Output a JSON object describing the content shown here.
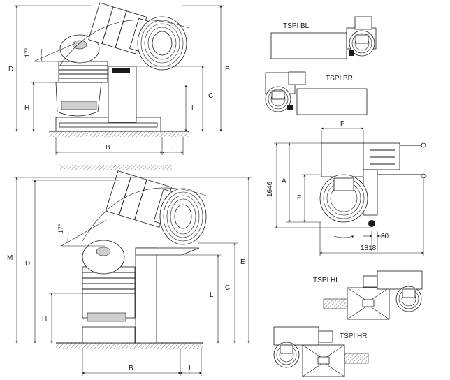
{
  "views": {
    "side_top": {
      "angle": "17°",
      "dims": {
        "D": "D",
        "E": "E",
        "H": "H",
        "L": "L",
        "C": "C",
        "B": "B",
        "I": "I"
      }
    },
    "side_bottom": {
      "angle": "17°",
      "dims": {
        "M": "M",
        "D": "D",
        "E": "E",
        "H": "H",
        "L": "L",
        "C": "C",
        "B": "B",
        "I": "I"
      }
    },
    "plan": {
      "dims": {
        "F_top": "F",
        "A": "A",
        "F_side": "F",
        "height_total": "1646",
        "offset": "30",
        "width_total": "1818"
      }
    }
  },
  "variants": {
    "bl": "TSPI BL",
    "br": "TSPI BR",
    "hl": "TSPI HL",
    "hr": "TSPI HR"
  }
}
